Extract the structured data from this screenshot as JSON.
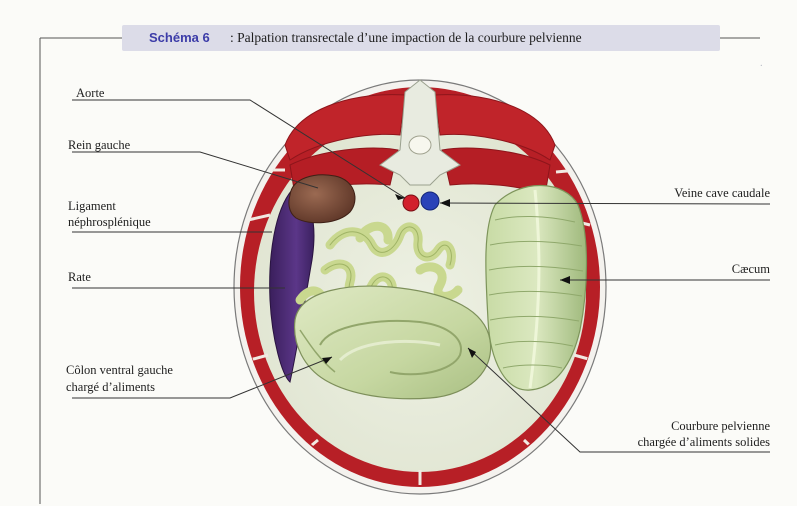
{
  "title": {
    "number": "Schéma 6",
    "text": ": Palpation transrectale d’une impaction de la courbure pelvienne"
  },
  "labels": {
    "aorte": "Aorte",
    "rein_gauche": "Rein gauche",
    "ligament_l1": "Ligament",
    "ligament_l2": "néphrosplénique",
    "rate": "Rate",
    "colon_l1": "Côlon ventral gauche",
    "colon_l2": "chargé d’aliments",
    "veine": "Veine cave caudale",
    "caecum": "Cæcum",
    "courbure_l1": "Courbure pelvienne",
    "courbure_l2": "chargée d’aliments solides"
  },
  "colors": {
    "muscle": "#b71f26",
    "kidney": "#6e4131",
    "spleen": "#4d2c72",
    "colon": "#c8d8a2",
    "caecum": "#b8cf95",
    "aorta": "#d2202c",
    "vena_cava": "#2a42b8",
    "title_bar": "#dcdce8",
    "title_number": "#3c3ca8"
  }
}
